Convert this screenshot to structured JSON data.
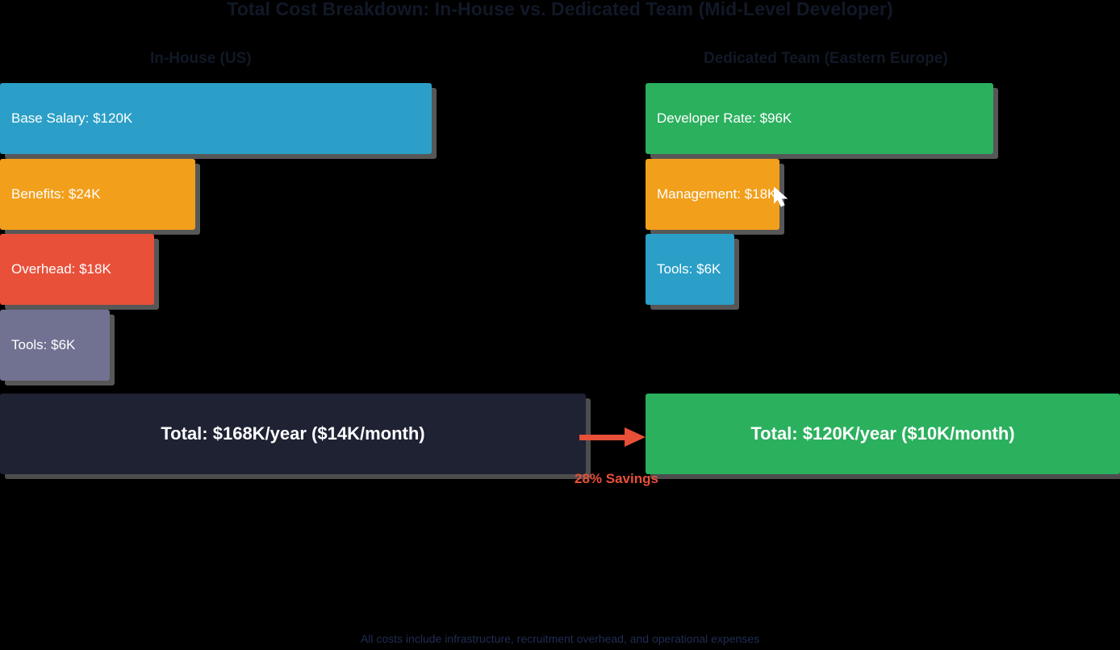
{
  "title": "Total Cost Breakdown: In-House vs. Dedicated Team (Mid-Level Developer)",
  "footnote": "All costs include infrastructure, recruitment overhead, and operational expenses",
  "columns": {
    "left": {
      "heading": "In-House (US)",
      "items": [
        {
          "label": "Base Salary: $120K",
          "value": 120,
          "color": "#2b9fc7"
        },
        {
          "label": "Benefits: $24K",
          "value": 24,
          "color": "#f29f1b"
        },
        {
          "label": "Overhead: $18K",
          "value": 18,
          "color": "#e8503a"
        },
        {
          "label": "Tools: $6K",
          "value": 6,
          "color": "#717292"
        }
      ],
      "total_label": "Total: $168K/year ($14K/month)",
      "total_value": 168
    },
    "right": {
      "heading": "Dedicated Team (Eastern Europe)",
      "items": [
        {
          "label": "Developer Rate: $96K",
          "value": 96,
          "color": "#2bb05e"
        },
        {
          "label": "Management: $18K",
          "value": 18,
          "color": "#f29f1b"
        },
        {
          "label": "Tools: $6K",
          "value": 6,
          "color": "#2b9fc7"
        }
      ],
      "total_label": "Total: $120K/year ($10K/month)",
      "total_value": 120
    }
  },
  "savings": {
    "label": "28% Savings",
    "arrow_color": "#e8503a"
  },
  "chart_data": {
    "type": "bar",
    "title": "Total Cost Breakdown: In-House vs. Dedicated Team (Mid-Level Developer)",
    "orientation": "horizontal",
    "unit": "$K per year",
    "xlabel": "",
    "ylabel": "",
    "grid": false,
    "legend": "none",
    "groups": [
      {
        "name": "In-House (US)",
        "categories": [
          "Base Salary",
          "Benefits",
          "Overhead",
          "Tools"
        ],
        "values": [
          120,
          24,
          18,
          6
        ],
        "colors": [
          "#2b9fc7",
          "#f29f1b",
          "#e8503a",
          "#717292"
        ],
        "total": 168,
        "monthly": 14
      },
      {
        "name": "Dedicated Team (Eastern Europe)",
        "categories": [
          "Developer Rate",
          "Management",
          "Tools"
        ],
        "values": [
          96,
          18,
          6
        ],
        "colors": [
          "#2bb05e",
          "#f29f1b",
          "#2b9fc7"
        ],
        "total": 120,
        "monthly": 10
      }
    ],
    "annotations": [
      {
        "text": "28% Savings",
        "color": "#e8503a"
      },
      {
        "text": "All costs include infrastructure, recruitment overhead, and operational expenses"
      }
    ]
  }
}
